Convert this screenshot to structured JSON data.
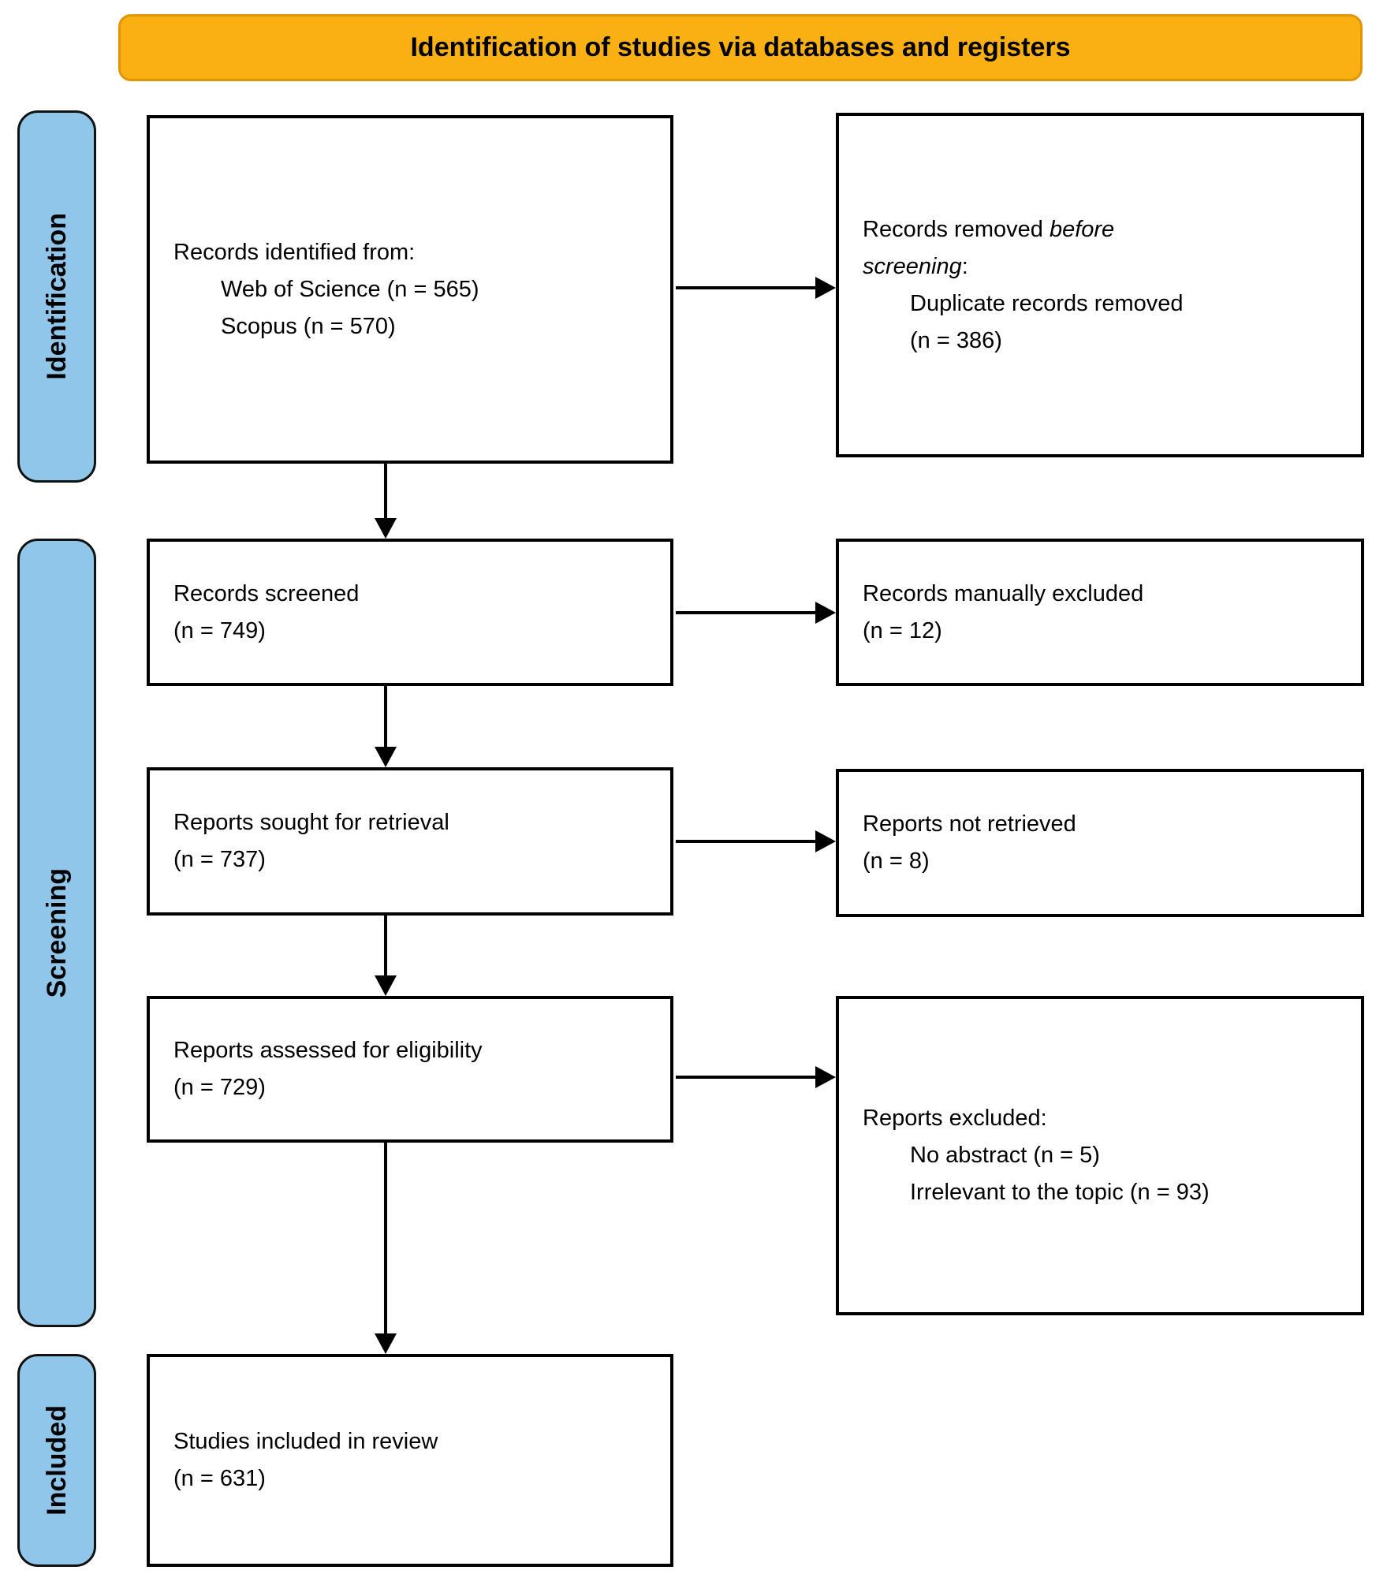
{
  "banner": {
    "title": "Identification of studies via databases and registers"
  },
  "stage_labels": {
    "identification": "Identification",
    "screening": "Screening",
    "included": "Included"
  },
  "colors": {
    "banner_bg": "#F9B013",
    "banner_border": "#E09600",
    "stage_bg": "#90C6E9",
    "box_bg": "#FFFFFF",
    "box_border": "#000000"
  },
  "boxes": {
    "records_identified": {
      "line1": "Records identified from:",
      "item1": "Web of Science (n = 565)",
      "item2": "Scopus (n = 570)"
    },
    "records_removed": {
      "line1_prefix": "Records removed ",
      "line1_italic": "before",
      "line2_italic": "screening",
      "line2_suffix": ":",
      "item1_line1": "Duplicate records removed",
      "item1_line2": "(n = 386)"
    },
    "records_screened": {
      "line1": "Records screened",
      "line2": "(n = 749)"
    },
    "records_manually_excluded": {
      "line1": "Records manually excluded",
      "line2": "(n = 12)"
    },
    "reports_sought": {
      "line1": "Reports sought for retrieval",
      "line2": "(n = 737)"
    },
    "reports_not_retrieved": {
      "line1": "Reports not retrieved",
      "line2": "(n = 8)"
    },
    "reports_assessed": {
      "line1": "Reports assessed for eligibility",
      "line2": "(n = 729)"
    },
    "reports_excluded": {
      "line1": "Reports excluded:",
      "item1": "No abstract (n = 5)",
      "item2": "Irrelevant to the topic (n = 93)"
    },
    "studies_included": {
      "line1": "Studies included in review",
      "line2": "(n = 631)"
    }
  }
}
